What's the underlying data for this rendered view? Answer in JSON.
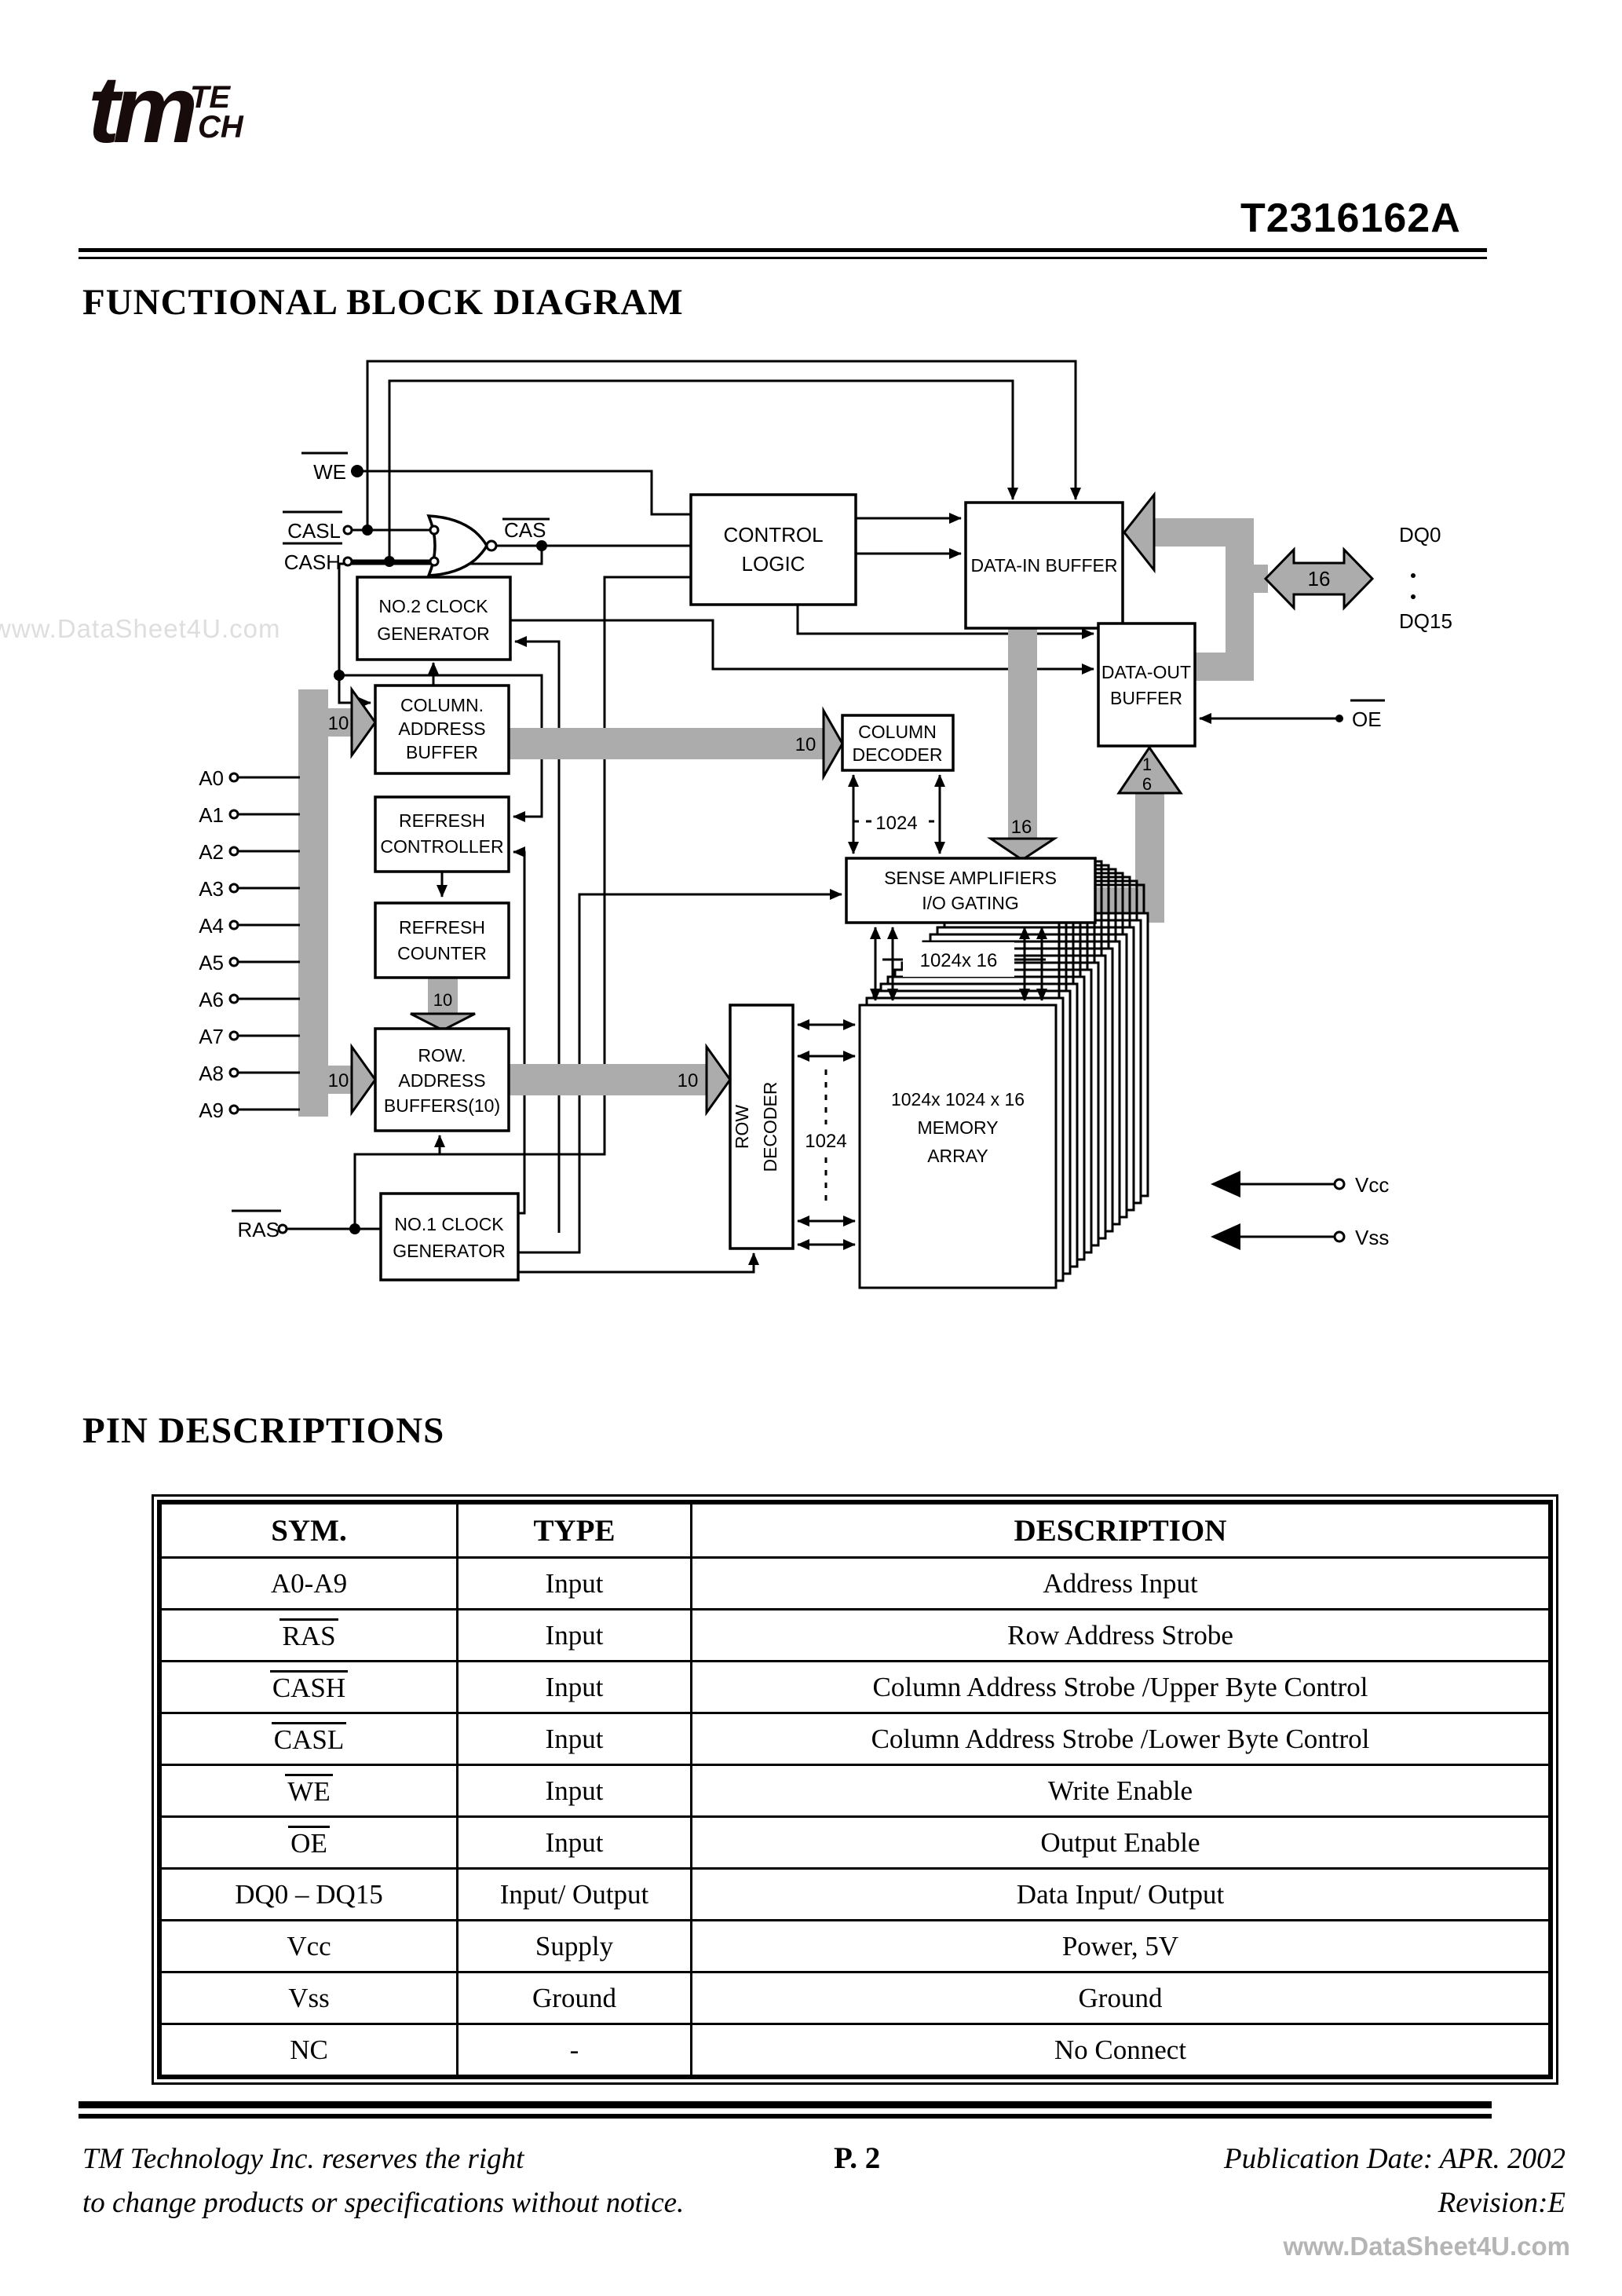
{
  "header": {
    "logo_main": "tm",
    "logo_te": "TE",
    "logo_ch": "CH",
    "part_number": "T2316162A"
  },
  "watermarks": {
    "left": "www.DataSheet4U.com",
    "bottom": "www.DataSheet4U.com"
  },
  "section_titles": {
    "diagram": "FUNCTIONAL BLOCK DIAGRAM",
    "pins": "PIN DESCRIPTIONS"
  },
  "diagram": {
    "blocks": {
      "control_logic": [
        "CONTROL",
        "LOGIC"
      ],
      "data_in": [
        "DATA-IN BUFFER"
      ],
      "data_out": [
        "DATA-OUT",
        "BUFFER"
      ],
      "no2_clock": [
        "NO.2 CLOCK",
        "GENERATOR"
      ],
      "no1_clock": [
        "NO.1 CLOCK",
        "GENERATOR"
      ],
      "col_addr": [
        "COLUMN.",
        "ADDRESS",
        "BUFFER"
      ],
      "refresh_ctrl": [
        "REFRESH",
        "CONTROLLER"
      ],
      "refresh_counter": [
        "REFRESH",
        "COUNTER"
      ],
      "row_addr": [
        "ROW.",
        "ADDRESS",
        "BUFFERS(10)"
      ],
      "col_decoder": [
        "COLUMN",
        "DECODER"
      ],
      "row_decoder": [
        "ROW",
        "DECODER"
      ],
      "sense_amp": [
        "SENSE AMPLIFIERS",
        "I/O GATING"
      ],
      "memory": [
        "1024x 1024 x 16",
        "MEMORY",
        "ARRAY"
      ]
    },
    "signals": {
      "we": "WE",
      "casl": "CASL",
      "cash": "CASH",
      "cas": "CAS",
      "ras": "RAS",
      "oe": "OE",
      "vcc": "Vcc",
      "vss": "Vss",
      "dq0": "DQ0",
      "dq15": "DQ15"
    },
    "address_pins": [
      "A0",
      "A1",
      "A2",
      "A3",
      "A4",
      "A5",
      "A6",
      "A7",
      "A8",
      "A9"
    ],
    "bus_labels": {
      "col_in": "10",
      "row_in": "10",
      "col_bus": "10",
      "row_bus": "10",
      "refresh_bus": "10",
      "write_bus": "16",
      "read_bus_1": "1",
      "read_bus_6": "6",
      "dq_bus": "16",
      "col_1024": "1024",
      "row_1024": "1024",
      "plane": "1024x 16"
    },
    "plane_count": 14
  },
  "pin_table": {
    "headers": [
      "SYM.",
      "TYPE",
      "DESCRIPTION"
    ],
    "rows": [
      {
        "sym": "A0-A9",
        "ov": false,
        "type": "Input",
        "desc": "Address Input"
      },
      {
        "sym": "RAS",
        "ov": true,
        "type": "Input",
        "desc": "Row Address Strobe"
      },
      {
        "sym": "CASH",
        "ov": true,
        "type": "Input",
        "desc": "Column Address Strobe /Upper Byte Control"
      },
      {
        "sym": "CASL",
        "ov": true,
        "type": "Input",
        "desc": "Column Address Strobe /Lower Byte Control"
      },
      {
        "sym": "WE",
        "ov": true,
        "type": "Input",
        "desc": "Write Enable"
      },
      {
        "sym": "OE",
        "ov": true,
        "type": "Input",
        "desc": "Output Enable"
      },
      {
        "sym": "DQ0 – DQ15",
        "ov": false,
        "type": "Input/ Output",
        "desc": "Data Input/ Output"
      },
      {
        "sym": "Vcc",
        "ov": false,
        "type": "Supply",
        "desc": "Power, 5V"
      },
      {
        "sym": "Vss",
        "ov": false,
        "type": "Ground",
        "desc": "Ground"
      },
      {
        "sym": "NC",
        "ov": false,
        "type": "-",
        "desc": "No Connect"
      }
    ]
  },
  "footer": {
    "left1": "TM Technology Inc. reserves the right",
    "left2": "to change products or specifications without notice.",
    "page": "P. 2",
    "right1": "Publication Date: APR. 2002",
    "right2": "Revision:E"
  }
}
